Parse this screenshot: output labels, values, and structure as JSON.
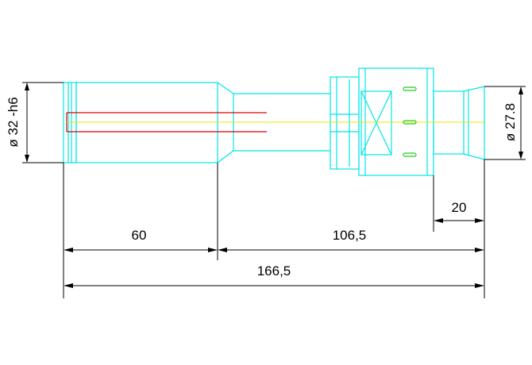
{
  "dimensions": {
    "diameter_left": "ø 32 -h6",
    "diameter_right": "ø 27.8",
    "length_left": "60",
    "length_right": "106,5",
    "length_total": "166,5",
    "length_nose": "20"
  },
  "colors": {
    "outline": "#00e5e5",
    "dimension": "#000000",
    "bore": "#e00000",
    "centerline": "#e8e800",
    "slots": "#22cc22"
  }
}
